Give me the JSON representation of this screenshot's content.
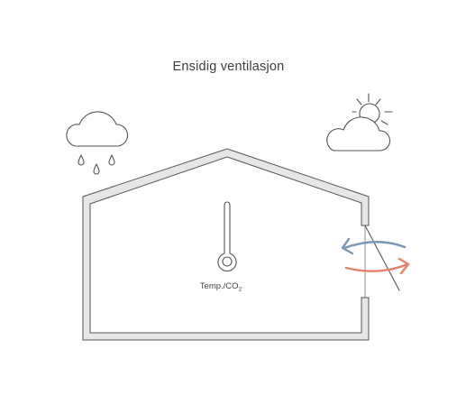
{
  "title": "Ensidig ventilasjon",
  "sensor": {
    "label": "Temp./CO",
    "subscript": "2"
  },
  "colors": {
    "wall_fill": "#e6e6e6",
    "wall_stroke": "#555555",
    "icon_stroke": "#555555",
    "inflow_arrow": "#7a97b5",
    "outflow_arrow": "#e8806a",
    "text": "#3c3c3c"
  },
  "icons": [
    "rain-cloud-icon",
    "sun-cloud-icon",
    "thermometer-icon",
    "window-icon"
  ]
}
